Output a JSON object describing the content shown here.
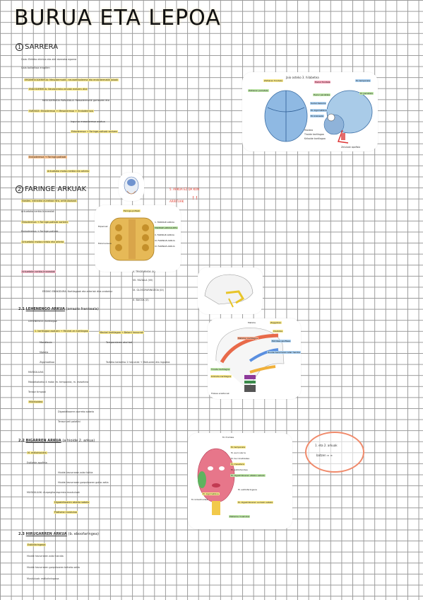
{
  "title": "BURUA ETA LEPOA",
  "sections": [
    {
      "num": "1",
      "heading": "SARRERA"
    },
    {
      "num": "2",
      "heading": "FARINGE ARKUAK"
    }
  ],
  "subsections": [
    {
      "label": "2.1",
      "heading": "LEHENENGO ARKUA",
      "note": "(orrazio frankeala)"
    },
    {
      "label": "2.2",
      "heading": "BIGARREN ARKUA",
      "note": "(a hioide 2. arkua)"
    },
    {
      "label": "2.3",
      "heading": "HIRUGARREN ARKUA",
      "note": "(b. eboofaringea)"
    }
  ],
  "figure1": {
    "caption": "Jaio osteko 3. hilabetea",
    "labels": [
      "Ziztiaren frontala",
      "Ziztiaren parietala",
      "Hezur frontala",
      "Hezur parietala",
      "Sudur-hezurra",
      "M. zigomatikoa",
      "M. kraneala",
      "M. temporala",
      "Hioidea",
      "Tiroide kartilagoa",
      "Krikoide kartilagoa",
      "Zeluloak apofisia",
      "M. parietala"
    ]
  },
  "figure2": {
    "labels": [
      "Faringe-poltsak",
      "1. FARINGE-ARKUA",
      "FARINGE-ARKUALDEA",
      "II. FARINGE-ARKUA",
      "III. FARINGE-ARKUA",
      "IV. FARINGE-ARKUA",
      "Ezpainak",
      "Estomodeoa"
    ]
  },
  "figure4": {
    "labels": [
      "Matxila",
      "Zeggoilea",
      "Clarkoka",
      "Matxilar kartilagoa",
      "Estribea apofisea",
      "Hioide hezurraren adar handia",
      "Tiroide kartilagoa",
      "Krikoide kartilagoa",
      "Trakea eraztunak"
    ]
  },
  "figure5": {
    "labels": [
      "M. frontala",
      "M. temporala",
      "M. auricularra",
      "M. buccinatzailea",
      "M. masetera",
      "M. estilohioidea",
      "M. digastrikoaren atzeko sabela",
      "M. zigomatikoa",
      "M. kriketiroidea",
      "Platisma muskulua",
      "M. estilofaringeoa",
      "M. digastrikoaren aurreko sabela"
    ]
  },
  "handnote": {
    "line1": "1. eta 2. arkuak",
    "line2": "batzen ∞ ∞"
  },
  "redNote": {
    "line1": "5. ARKUA EZ DA KON",
    "line2": "ARRITUAK",
    "marks": "! !"
  },
  "notes": {
    "n1": "Gaia: Ekiteko ekintza eta aldi atzerako egoera",
    "n2": "Gaia baliarikoa eragiten",
    "n3": "ERDIMESODERMOA: Mesodermotik, neuroektoderma eta endodermatik jaioak",
    "n4": "ENDODERMOA: Neurokresta zelulak eratzen dira",
    "n5": "MESODERMOA PARAXIALA: Mesodermotik gortetzen eta",
    "n6": "FARINGE: Ektodermoa + Mesodermoa + Endodermoa",
    "n7": "Ingurua mesodermoz osatua",
    "n8": "Ektodermoa → Faringe-poltsak sortzen",
    "n9": "Endodermoa → Faringe-poltsak",
    "n10": "Arkuetako motor-nerbio eta arteria",
    "n11": "Ikasten, ezinezko aurrekoa dira, artikulazioak",
    "n12": "Arkuetako nerbio-kranealak",
    "n13": "V. TRIGEMINOA (V)",
    "n14": "VII. FAZIALA (VII)",
    "n15": "IX. GLOSOFARINGEOA (IX)",
    "n16": "X. BAGOA (X)",
    "n17": "ERDIKO EBAKIDURA: Kartilagoak eta arteriak dira ondorioz",
    "n18": "LEHENENGO: Kartilagoa",
    "n19": "1. kartilagoa osatzen → Meckel-en kartilagoa",
    "n20": "Mandibula",
    "n21": "Matxila",
    "n22": "Zigomatikoa",
    "n23": "Temporalaren atal bat",
    "n24": "Meckel kartilagoa → Belarri hezurrak",
    "n25": "Tarteko belarriko 2 hezurrak → Mailuaren eta ingudea",
    "n26": "MUSKULUAK:",
    "n27": "Mastekatzeko 4 mota: m. temporala, m. masetera",
    "n28": "Tensor timpani",
    "n29": "Milohioidea",
    "n30": "Digastrikoaren aurreko sabela",
    "n31": "Tensor veli palatini",
    "n32": "M. estilohioidea",
    "n33": "Estiloide apofisia",
    "n34": "Hioide hezurraren adar txikia",
    "n35": "Hioide hezurraren gorputzaren goiko zatia",
    "n36": "MUSKULUAK: Aurpegiko espresio muskuluak",
    "n37": "Digastrikoaren atzeko sabela",
    "n38": "Platisma muskulua",
    "n39": "Estilofaringeoa",
    "n40": "Hioide hezurraren adar handia",
    "n41": "Hioide hezurraren gorputzaren beheko zatia",
    "n42": "Muskuluak: estilofaringeoa"
  }
}
